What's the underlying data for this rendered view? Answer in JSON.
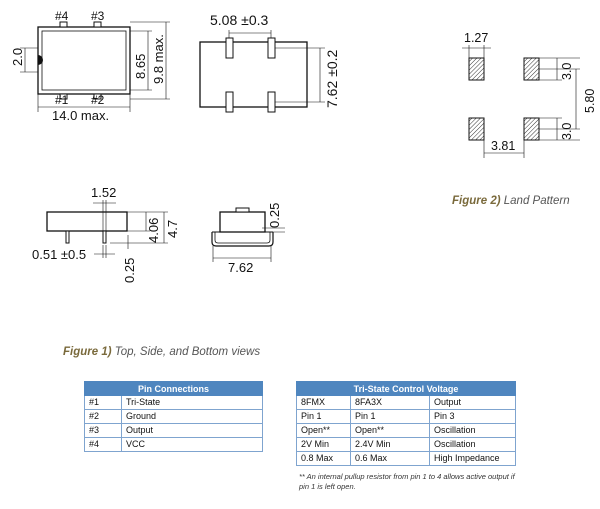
{
  "top_view": {
    "pin4": "#4",
    "pin3": "#3",
    "pin1": "#1",
    "pin2": "#2",
    "dim_pad": "2.0",
    "dim_height": "8.65",
    "dim_max_height": "9.8 max.",
    "dim_width": "14.0 max."
  },
  "bottom_view": {
    "dim_pitch": "5.08 ±0.3",
    "dim_height": "7.62 ±0.2"
  },
  "side_view": {
    "dim_lead": "1.52",
    "dim_width": "0.51 ±0.5",
    "dim_standoff": "0.25",
    "dim_height": "4.06",
    "dim_total": "4.7"
  },
  "end_view": {
    "dim_thick": "0.25",
    "dim_span": "7.62"
  },
  "land_pattern": {
    "dim_pad_w": "1.27",
    "dim_pad_h1": "3.0",
    "dim_center": "5.80",
    "dim_pad_h2": "3.0",
    "dim_pitch": "3.81"
  },
  "captions": {
    "fig2_label": "Figure 2)",
    "fig2_text": "Land Pattern",
    "fig1_label": "Figure 1)",
    "fig1_text": "Top, Side, and Bottom views"
  },
  "pin_table": {
    "title": "Pin Connections",
    "rows": [
      {
        "pin": "#1",
        "name": "Tri-State"
      },
      {
        "pin": "#2",
        "name": "Ground"
      },
      {
        "pin": "#3",
        "name": "Output"
      },
      {
        "pin": "#4",
        "name": "VCC"
      }
    ]
  },
  "tristate_table": {
    "title": "Tri-State Control Voltage",
    "rows": [
      [
        "8FMX",
        "8FA3X",
        "Output"
      ],
      [
        "Pin 1",
        "Pin 1",
        "Pin 3"
      ],
      [
        "Open**",
        "Open**",
        "Oscillation"
      ],
      [
        "2V Min",
        "2.4V Min",
        "Oscillation"
      ],
      [
        "0.8 Max",
        "0.6 Max",
        "High Impedance"
      ]
    ],
    "note": "** An internal pullup resistor from pin 1 to 4 allows active output if pin 1 is left open."
  },
  "colors": {
    "table_header": "#4f86bf",
    "table_border": "#7fa4cf",
    "caption_label": "#7a6a3c"
  }
}
